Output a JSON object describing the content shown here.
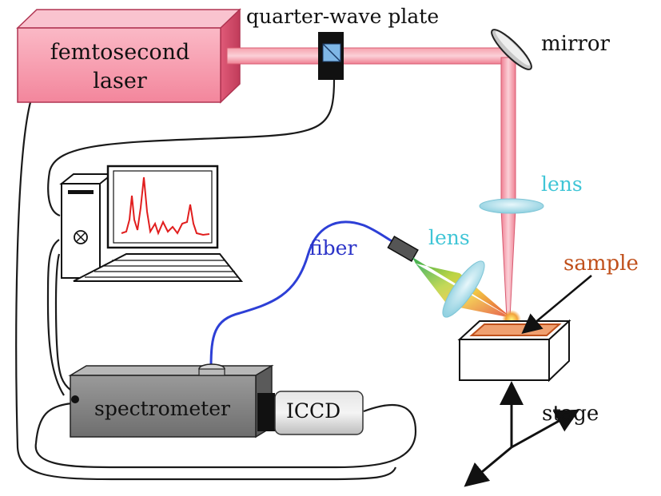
{
  "labels": {
    "laser_line1": "femtosecond",
    "laser_line2": "laser",
    "quarter_wave_plate": "quarter-wave plate",
    "mirror": "mirror",
    "lens_top": "lens",
    "lens_side": "lens",
    "fiber": "fiber",
    "sample": "sample",
    "spectrometer": "spectrometer",
    "iccd": "ICCD",
    "stage": "stage"
  },
  "colors": {
    "laser_fill": "#f7a7b7",
    "beam": "#f48a98",
    "fiber": "#2d3fd6",
    "lens": "#a8dce8",
    "sample_label": "#c0501b",
    "cyan_label": "#3fc5d6",
    "fiber_label": "#2a32c8",
    "spectrum": "#e11e1e"
  },
  "icons": [
    "computer-tower-icon",
    "monitor-icon",
    "keyboard-icon",
    "mirror-icon",
    "lens-icon",
    "stage-axes-icon"
  ]
}
